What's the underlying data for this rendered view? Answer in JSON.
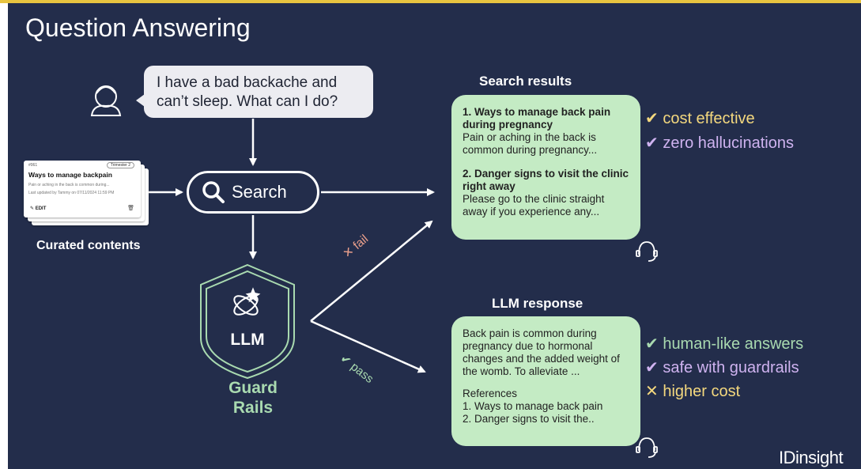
{
  "title": "Question Answering",
  "user_question": "I have a bad backache and can’t sleep. What can I do?",
  "curated": {
    "card_id": "#061",
    "card_badge": "Trimester 2",
    "card_title": "Ways to manage backpain",
    "card_body": "Pain or aching in the back is common during...",
    "card_updated": "Last updated by Tammy on 07/11/2024 11:59 PM",
    "card_edit": "EDIT",
    "label": "Curated contents"
  },
  "search": {
    "label": "Search"
  },
  "search_results": {
    "title": "Search results",
    "item1_title": "1. Ways to manage back pain during pregnancy",
    "item1_body": "Pain or aching in the back is common during pregnancy...",
    "item2_title": "2. Danger signs to visit the clinic right away",
    "item2_body": "Please go to the clinic straight away if you experience any...",
    "benefits": [
      "✔ cost effective",
      "✔ zero hallucinations"
    ]
  },
  "edges": {
    "fail": "✕ fail",
    "pass": "✔ pass"
  },
  "llm": {
    "label": "LLM",
    "guard_line1": "Guard",
    "guard_line2": "Rails"
  },
  "llm_response": {
    "title": "LLM response",
    "body": "Back pain is common during pregnancy due to hormonal changes and the added weight of the womb. To alleviate ...",
    "refs_title": "References",
    "ref1": "1. Ways to manage back pain",
    "ref2": "2. Danger signs to visit the..",
    "benefits": [
      "✔ human-like answers",
      "✔ safe with guardrails",
      "✕ higher cost"
    ]
  },
  "brand": "IDinsight",
  "colors": {
    "background": "#232d4b",
    "bubble_green": "#c4ebc4",
    "yellow": "#f4d87e",
    "purple": "#cfb3f0",
    "green": "#a9dab0",
    "fail_red": "#eba08c",
    "top_line": "#e8c440"
  }
}
